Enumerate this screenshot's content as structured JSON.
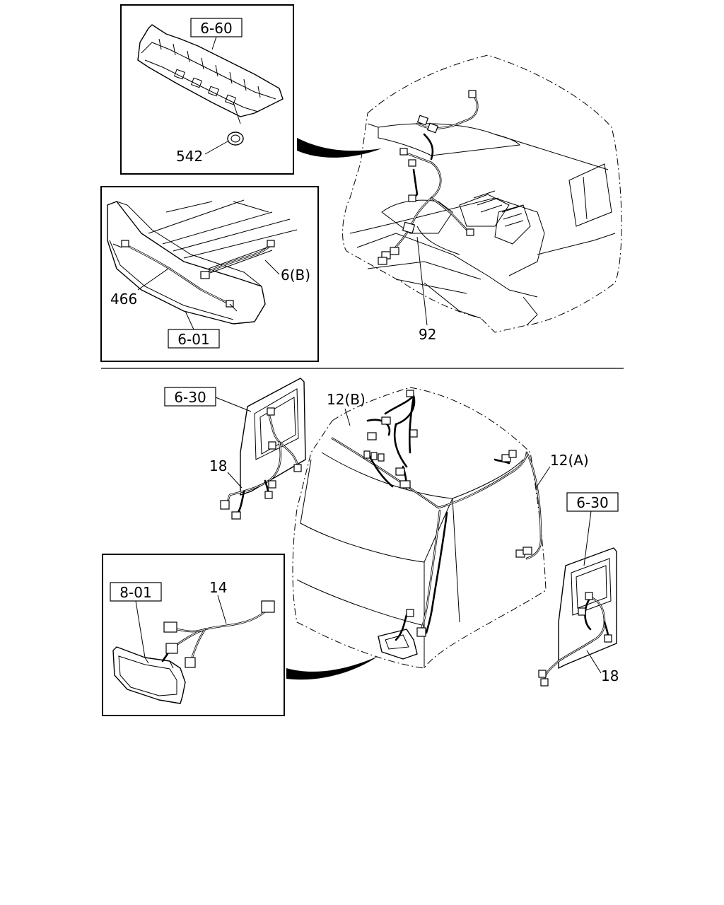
{
  "callouts": {
    "panel_top_ref": "6-60",
    "part_542": "542",
    "bumper_ref": "6-01",
    "part_466": "466",
    "part_6b": "6(B)",
    "part_92": "92",
    "door_left_ref": "6-30",
    "part_18_left": "18",
    "part_12b": "12(B)",
    "part_12a": "12(A)",
    "door_right_ref": "6-30",
    "part_18_right": "18",
    "lamp_ref": "8-01",
    "part_14": "14"
  }
}
